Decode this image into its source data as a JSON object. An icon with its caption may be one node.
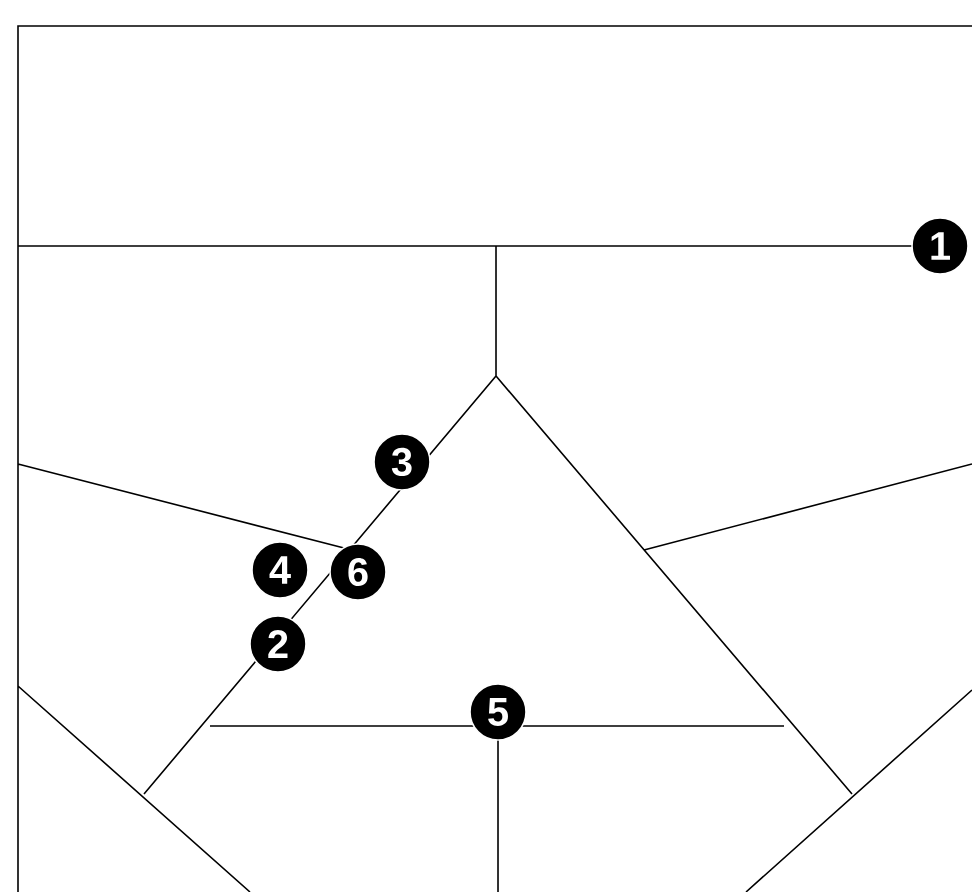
{
  "diagram": {
    "labels": [
      "1",
      "3",
      "4",
      "6",
      "2",
      "5"
    ]
  }
}
